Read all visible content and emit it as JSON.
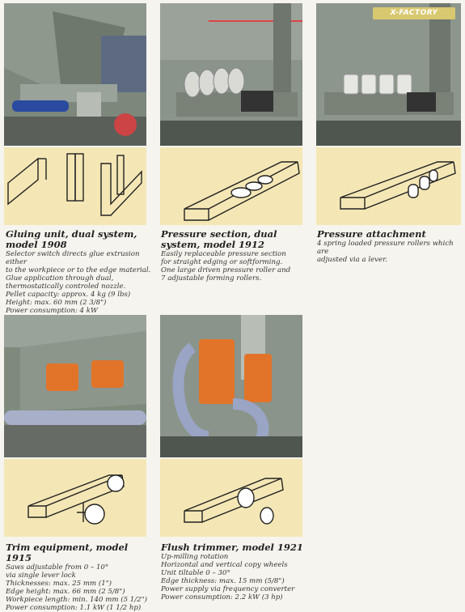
{
  "brand": {
    "logo_text": "X-FACTORY"
  },
  "colors": {
    "drawing_bg": "#f4e7b5",
    "machine_green": "#7f8a7d",
    "motor_orange": "#e2742a",
    "hose_blue": "#9aa4c4"
  },
  "sections": [
    {
      "title": "Gluing unit, dual system, model 1908",
      "lines": [
        "Selector switch directs glue extrusion either",
        "to the workpiece or to the edge material.",
        "Glue application through dual,",
        "thermostatically controled nozzle.",
        "Pellet capacity: approx. 4 kg (9 lbs)",
        "Height: max. 60 mm (2 3/8\")",
        "Power consumption: 4 kW"
      ]
    },
    {
      "title": "Pressure section, dual system, model 1912",
      "lines": [
        "Easily replaceable pressure section",
        "for straight edging or softforming.",
        "One large driven pressure roller and",
        "7 adjustable forming rollers."
      ]
    },
    {
      "title": "Pressure attachment",
      "lines": [
        "4 spring loaded pressure rollers which are",
        "adjusted via a lever."
      ]
    },
    {
      "title": "Trim equipment, model 1915",
      "lines": [
        "Saws adjustable from 0 – 10°",
        "via single lever lock",
        "Thicknesses: max. 25 mm (1\")",
        "Edge height: max. 66 mm (2 5/8\")",
        "Workpiece length: min. 140 mm (5 1/2\")",
        "Power consumption: 1.1 kW (1 1/2 hp)"
      ]
    },
    {
      "title": "Flush trimmer, model 1921",
      "lines": [
        "Up-milling rotation",
        "Horizontal and vertical copy wheels",
        "Unit tiltable 0 – 30°",
        "Edge thickness: max. 15 mm (5/8\")",
        "Power supply via frequency converter",
        "Power consumption: 2.2 kW (3 hp)"
      ]
    }
  ]
}
